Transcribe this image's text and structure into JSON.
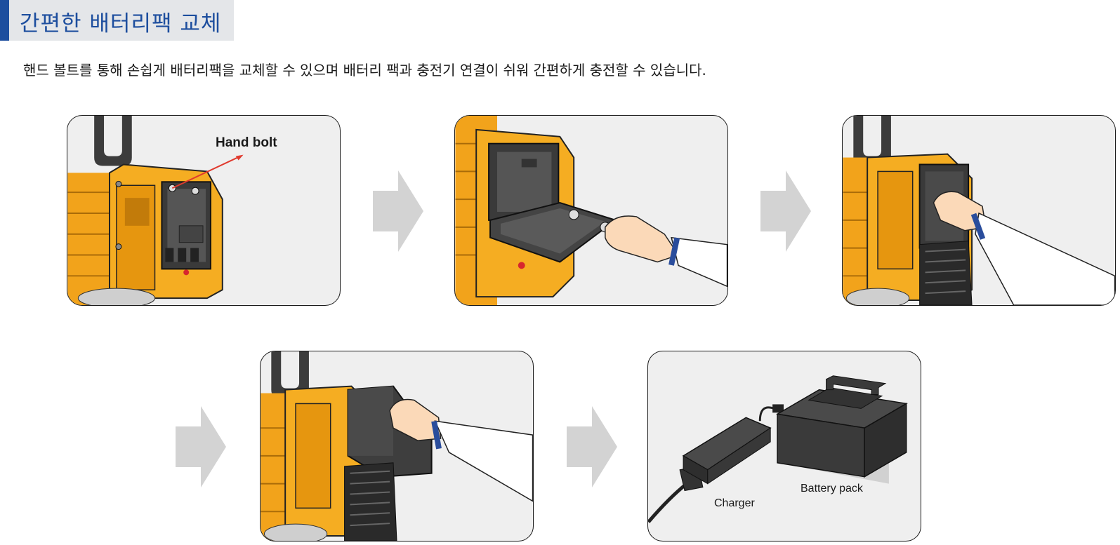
{
  "header": {
    "title": "간편한 배터리팩 교체",
    "description": "핸드 볼트를 통해 손쉽게 배터리팩을 교체할 수 있으며 배터리 팩과 충전기 연결이 쉬워 간편하게 충전할 수 있습니다."
  },
  "steps": [
    {
      "callout": "Hand bolt"
    },
    {},
    {},
    {},
    {
      "charger_label": "Charger",
      "battery_label": "Battery pack"
    }
  ],
  "colors": {
    "accent": "#1d4e9e",
    "title_bg": "#e4e6e9",
    "body_orange": "#f2a31b",
    "arrow_gray": "#d3d3d3",
    "callout_red": "#e03a2e",
    "cuff_blue": "#2a4d9c"
  },
  "icons": [
    "right-arrow-icon"
  ]
}
